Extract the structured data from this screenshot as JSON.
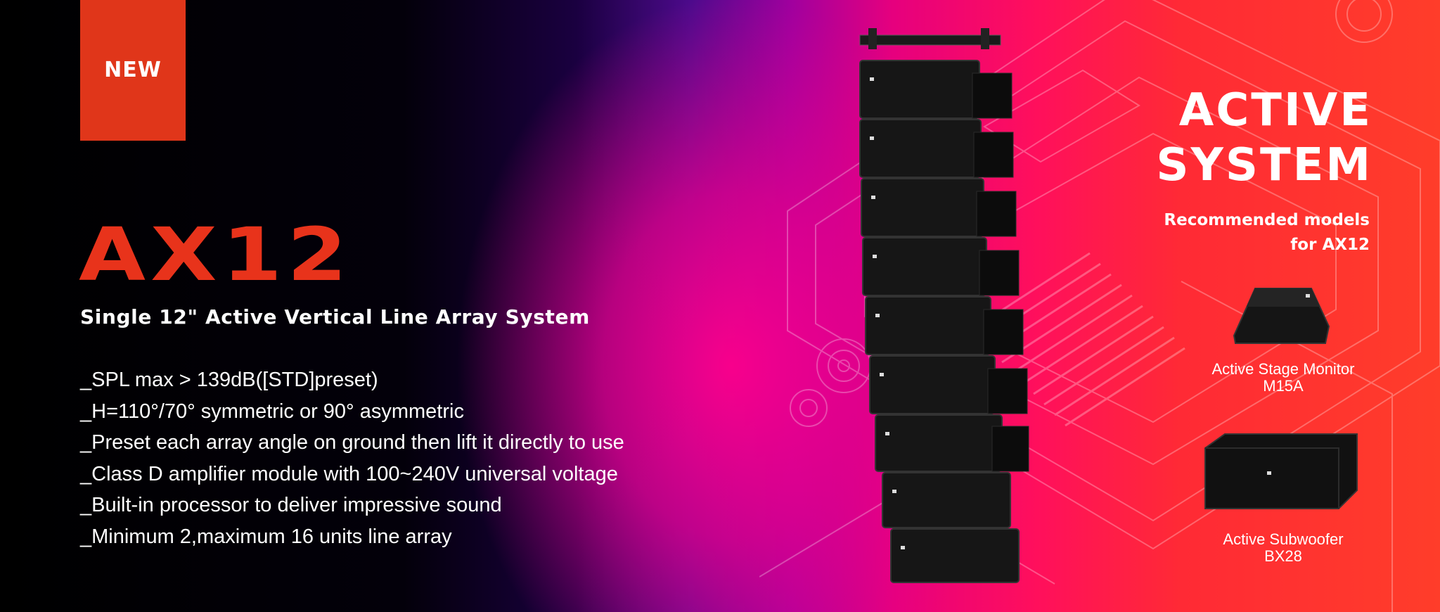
{
  "badge": "NEW",
  "product": {
    "name": "AX12",
    "subtitle": "Single 12\" Active Vertical Line Array System"
  },
  "features": [
    "_SPL max > 139dB([STD]preset)",
    "_H=110°/70° symmetric or 90° asymmetric",
    "_Preset each array angle on ground then lift it directly to use",
    "_Class D amplifier module with 100~240V universal voltage",
    "_Built-in processor to deliver impressive sound",
    "_Minimum 2,maximum 16 units line array"
  ],
  "active": {
    "line1": "ACTIVE",
    "line2": "SYSTEM",
    "recommended_line1": "Recommended models",
    "recommended_line2": "for AX12"
  },
  "models": [
    {
      "type": "Active Stage Monitor",
      "name": "M15A"
    },
    {
      "type": "Active Subwoofer",
      "name": "BX28"
    }
  ],
  "colors": {
    "accent": "#e8331b",
    "badge": "#e0361a"
  }
}
